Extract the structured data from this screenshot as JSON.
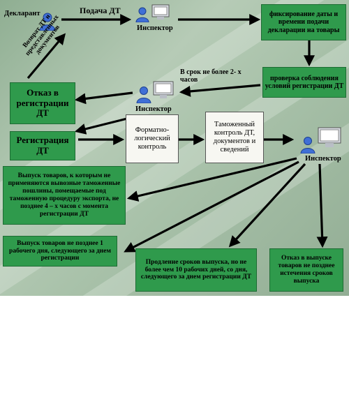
{
  "labels": {
    "declarant": "Декларант",
    "submit_dt": "Подача ДТ",
    "inspector_top": "Инспектор",
    "inspector_mid": "Инспектор",
    "inspector_right": "Инспектор",
    "return_dt": "Возврат ДТ и представленных документов",
    "deadline": "В срок не более 2- х часов"
  },
  "boxes": {
    "fix_date": "фиксирование даты и времени подачи декларации на товары",
    "check_conditions": "проверка соблюдения условий регистрации ДТ",
    "refusal_registration": "Отказ в регистрации ДТ",
    "registration": "Регистрация ДТ",
    "format_control": "Форматно-логический контроль",
    "customs_control": "Таможенный контроль ДТ, документов и сведений",
    "release_export": "Выпуск товаров, к которым не применяются вывозные таможенные пошлины, помещаемые под таможенную процедуру экспорта, не позднее 4 – х часов с момента регистрации ДТ",
    "release_1day": "Выпуск товаров не позднее 1 рабочего дня, следующего за днем регистрации",
    "extension": "Продление сроков выпуска, но не более чем 10 рабочих дней, со дня, следующего за днем регистрации ДТ",
    "refusal_release": "Отказ в выпуске товаров не позднее истечения сроков выпуска"
  },
  "colors": {
    "box_green": "#2f9a4c",
    "arrow": "#000000",
    "background": "#a9c2aa"
  },
  "icons": {
    "person": "person-icon",
    "computer": "computer-icon"
  }
}
